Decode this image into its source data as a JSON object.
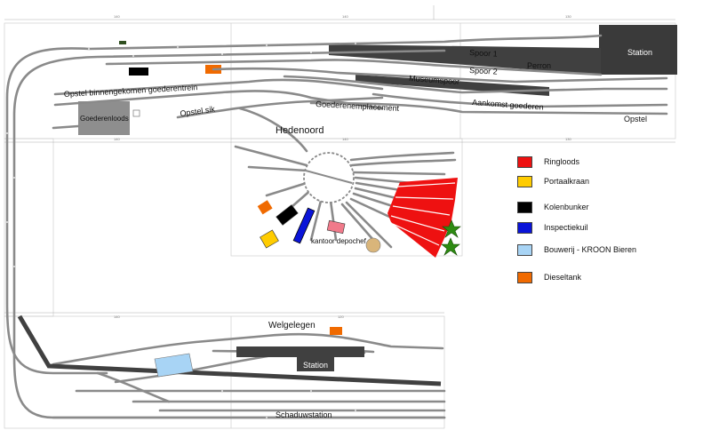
{
  "labels": {
    "spoor1": "Spoor 1",
    "spoor2": "Spoor 2",
    "perron": "Perron",
    "station_top": "Station",
    "museumspoor": "Museumspoor",
    "aankomst": "Aankomst goederen",
    "opstel": "Opstel",
    "opstel_binnen": "Opstel binnengekomen goederentrein",
    "goederenloods": "Goederenloods",
    "opstel_sik": "Opstel sik",
    "goederenemplacement": "Goederenemplacement",
    "hedenoord": "Hedenoord",
    "kantoor": "kantoor depochef",
    "welgelegen": "Welgelegen",
    "station_bottom": "Station",
    "schaduwstation": "Schaduwstation"
  },
  "dimensions": {
    "top_left": "140",
    "top_mid": "140",
    "top_right": "130",
    "mid_left": "140",
    "mid_mid": "140",
    "mid_right": "130",
    "bottom_left": "140",
    "bottom_mid": "120"
  },
  "legend": [
    {
      "label": "Ringloods",
      "color": "#ee1111"
    },
    {
      "label": "Portaalkraan",
      "color": "#ffcc00"
    },
    {
      "label": "Kolenbunker",
      "color": "#000000"
    },
    {
      "label": "Inspectiekuil",
      "color": "#0a14d8"
    },
    {
      "label": "Bouwerij - KROON Bieren",
      "color": "#a8d4f5"
    },
    {
      "label": "Dieseltank",
      "color": "#f06a00"
    }
  ]
}
